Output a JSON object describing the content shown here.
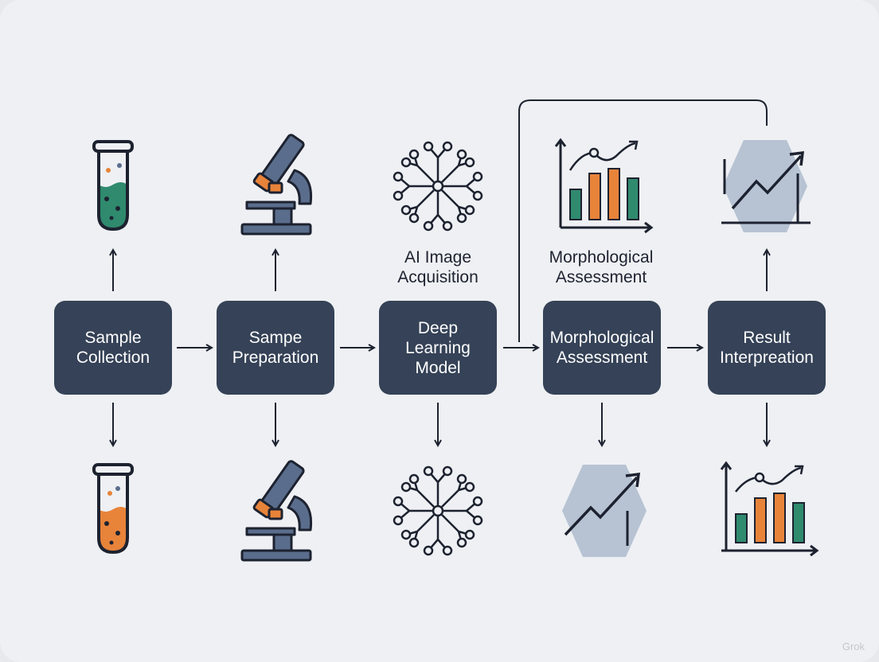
{
  "diagram": {
    "steps": [
      {
        "label": "Sample\nCollection"
      },
      {
        "label": "Sampe\nPreparation"
      },
      {
        "label": "Deep\nLearning\nModel"
      },
      {
        "label": "Morphological\nAssessment"
      },
      {
        "label": "Result\nInterpreation"
      }
    ],
    "captions": {
      "ai_image_acquisition": "AI Image\nAcquisition",
      "morphological_assessment": "Morphological\nAssessment"
    },
    "icons": {
      "top": [
        "test-tube-icon",
        "microscope-icon",
        "neural-network-icon",
        "bar-chart-icon",
        "trend-hexagon-icon"
      ],
      "bottom": [
        "test-tube-icon",
        "microscope-icon",
        "neural-network-icon",
        "trend-hexagon-icon",
        "bar-chart-icon"
      ]
    },
    "colors": {
      "box": "#354257",
      "green": "#2f8a6e",
      "orange": "#e8833a",
      "steel": "#5a6d8c",
      "hexagon": "#b7c3d3",
      "stroke": "#1d2230"
    }
  },
  "watermark": "Grok"
}
